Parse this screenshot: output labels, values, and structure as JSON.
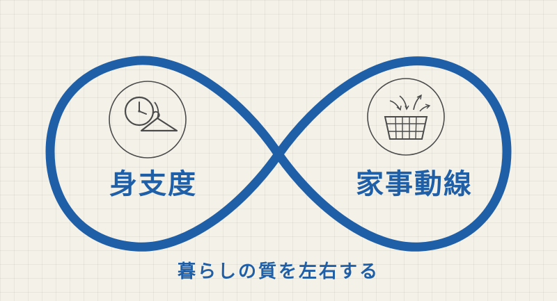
{
  "diagram": {
    "left_label": "身支度",
    "right_label": "家事動線",
    "caption": "暮らしの質を左右する",
    "left_icon": "clock-hanger-icon",
    "right_icon": "laundry-basket-icon"
  },
  "colors": {
    "accent": "#1f5fa8",
    "background": "#f3f1e8",
    "icon_stroke": "#4a4a4a"
  }
}
